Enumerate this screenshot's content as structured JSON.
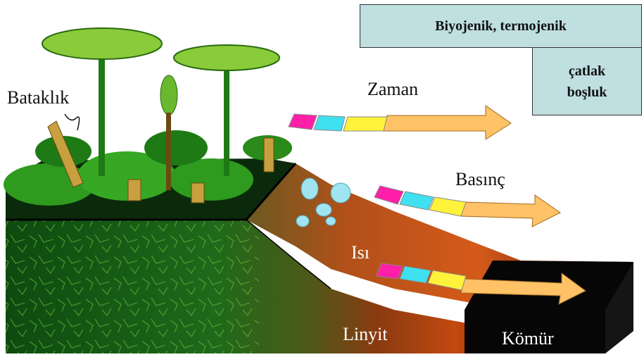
{
  "labels": {
    "swamp": "Bataklık",
    "time": "Zaman",
    "pressure": "Basınç",
    "heat": "Isı",
    "lignite": "Linyit",
    "coal": "Kömür"
  },
  "boxes": {
    "origin": "Biyojenik, termojenik",
    "storage_line1": "çatlak",
    "storage_line2": "boşluk"
  },
  "arrow_colors": [
    "#ff1fa8",
    "#3fe0f0",
    "#fff23a",
    "#ffc266"
  ],
  "colors": {
    "box_fill": "#bfdfe0",
    "foliage": "#2e9a1e",
    "ground": "#0c3a0c",
    "lignite": "#b8420c",
    "coal": "#050505"
  }
}
